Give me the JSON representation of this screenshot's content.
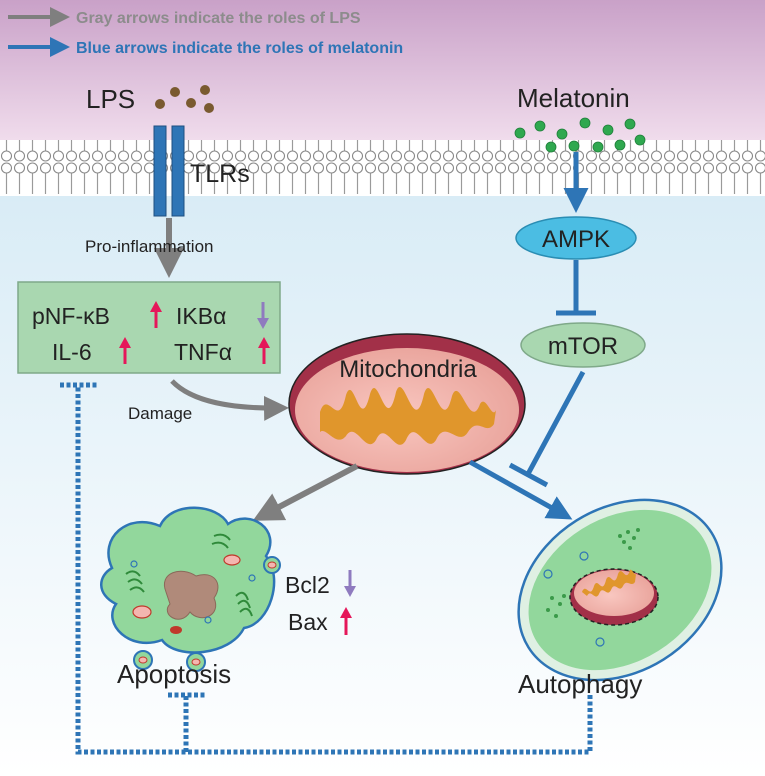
{
  "legend": {
    "gray": "Gray arrows indicate the roles of LPS",
    "blue": "Blue arrows indicate the roles of melatonin"
  },
  "labels": {
    "lps": "LPS",
    "tlrs": "TLRs",
    "melatonin": "Melatonin",
    "pro_inflammation": "Pro-inflammation",
    "ampk": "AMPK",
    "mtor": "mTOR",
    "mitochondria": "Mitochondria",
    "damage": "Damage",
    "apoptosis": "Apoptosis",
    "autophagy": "Autophagy"
  },
  "cytokines": {
    "pnfkb": "pNF-κB",
    "ikba": "IKBα",
    "il6": "IL-6",
    "tnfa": "TNFα"
  },
  "apoptosis_markers": {
    "bcl2": "Bcl2",
    "bax": "Bax"
  },
  "colors": {
    "gray_arrow": "#7f7f7f",
    "blue_arrow": "#2e75b6",
    "up_arrow": "#e5175a",
    "down_arrow": "#8f7bbf",
    "ampk": "#4bbde3",
    "cell_green": "#92d79c"
  }
}
